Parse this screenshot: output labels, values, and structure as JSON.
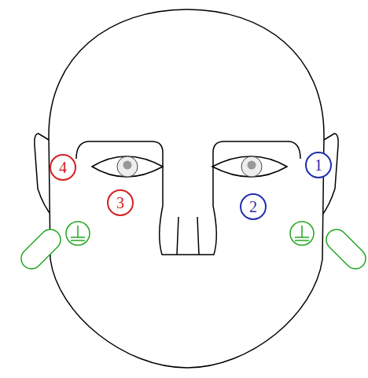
{
  "diagram": {
    "nodes": [
      {
        "text": [
          "4"
        ]
      },
      {
        "text": [
          "1"
        ]
      },
      {
        "text": [
          "3"
        ]
      },
      {
        "text": [
          "2"
        ]
      }
    ]
  }
}
